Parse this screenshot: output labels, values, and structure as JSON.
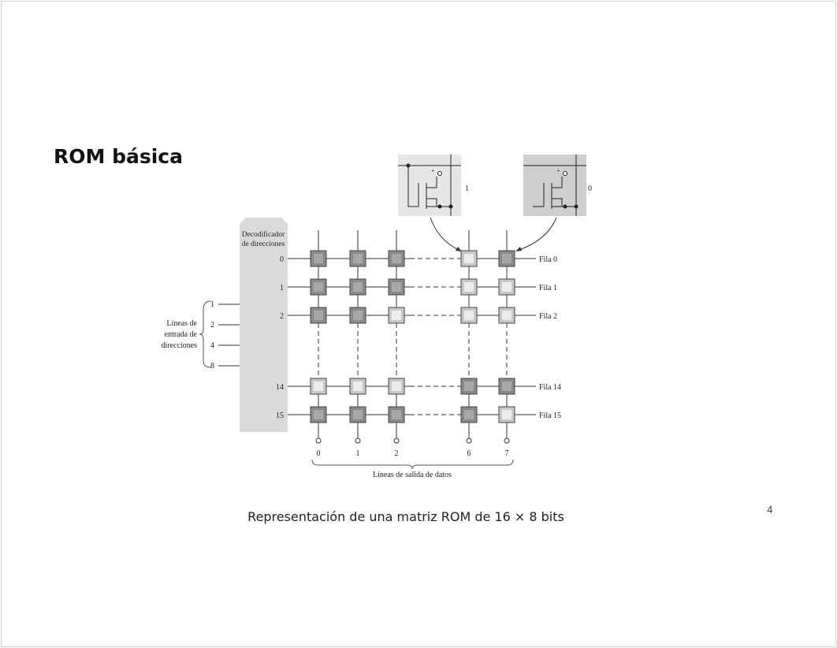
{
  "title": "ROM básica",
  "caption": "Representación de una matriz ROM de 16 × 8 bits",
  "page_number": "4",
  "diagram": {
    "decoder_label": [
      "Decodificador",
      "de direcciones"
    ],
    "address_input_label": [
      "Líneas de",
      "entrada de",
      "direcciones"
    ],
    "address_inputs": [
      "1",
      "2",
      "4",
      "8"
    ],
    "rows": [
      {
        "num": "0",
        "label": "Fila 0",
        "cells": [
          1,
          1,
          1,
          0,
          1
        ]
      },
      {
        "num": "1",
        "label": "Fila 1",
        "cells": [
          1,
          1,
          1,
          0,
          0
        ]
      },
      {
        "num": "2",
        "label": "Fila 2",
        "cells": [
          1,
          1,
          0,
          0,
          0
        ]
      },
      {
        "num": "14",
        "label": "Fila 14",
        "cells": [
          0,
          0,
          0,
          1,
          1
        ]
      },
      {
        "num": "15",
        "label": "Fila 15",
        "cells": [
          1,
          1,
          1,
          1,
          0
        ]
      }
    ],
    "columns": [
      "0",
      "1",
      "2",
      "6",
      "7"
    ],
    "output_label": "Líneas de salida de datos",
    "inset_one_label": "1",
    "inset_zero_label": "0",
    "colors": {
      "cell_dark": "#8a8a8a",
      "cell_light": "#d8d8d8",
      "decoder": "#d9dadc"
    }
  }
}
